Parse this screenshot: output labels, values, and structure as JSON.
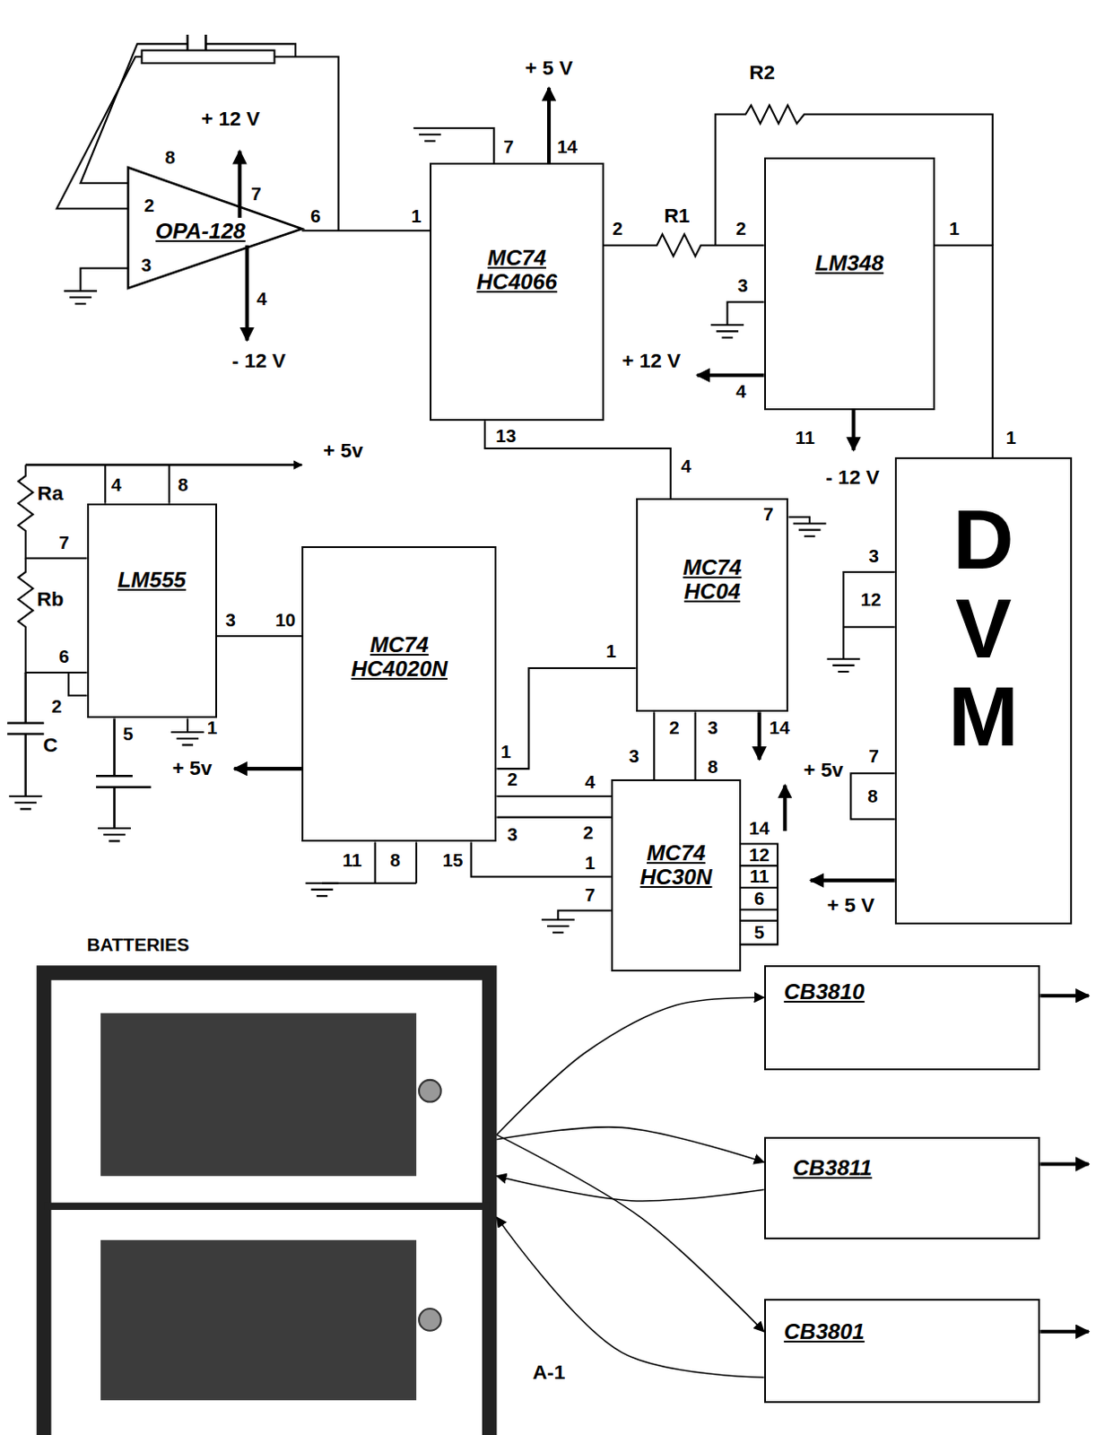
{
  "diagram": {
    "nodes": [
      {
        "text": [
          "OPA-128"
        ]
      },
      {
        "text": [
          "MC74 HC4066"
        ]
      },
      {
        "text": [
          "LM348"
        ]
      },
      {
        "text": [
          "LM555"
        ]
      },
      {
        "text": [
          "MC74 HC4020N"
        ]
      },
      {
        "text": [
          "MC74 HC04"
        ]
      },
      {
        "text": [
          "D V M"
        ]
      },
      {
        "text": [
          "MC74 HC30N"
        ]
      },
      {
        "text": [
          "BATTERIES"
        ]
      },
      {
        "text": [
          "CB3810"
        ]
      },
      {
        "text": [
          "CB3811"
        ]
      },
      {
        "text": [
          "CB3801"
        ]
      }
    ],
    "edges": [
      {
        "from": 0,
        "to": 1,
        "arrow": "none"
      },
      {
        "from": 1,
        "to": 2,
        "arrow": "none"
      },
      {
        "from": 2,
        "to": 6,
        "arrow": "none"
      },
      {
        "from": 1,
        "to": 5,
        "arrow": "none"
      },
      {
        "from": 3,
        "to": 4,
        "arrow": "none"
      },
      {
        "from": 4,
        "to": 5,
        "arrow": "none"
      },
      {
        "from": 4,
        "to": 7,
        "arrow": "none"
      },
      {
        "from": 4,
        "to": 7,
        "arrow": "none"
      },
      {
        "from": 4,
        "to": 7,
        "arrow": "none"
      },
      {
        "from": 5,
        "to": 7,
        "arrow": "none"
      },
      {
        "from": 5,
        "to": 7,
        "arrow": "none"
      },
      {
        "from": 8,
        "to": 9,
        "arrow": "to"
      },
      {
        "from": 8,
        "to": 10,
        "arrow": "to"
      },
      {
        "from": 10,
        "to": 8,
        "arrow": "to"
      },
      {
        "from": 8,
        "to": 11,
        "arrow": "to"
      },
      {
        "from": 11,
        "to": 8,
        "arrow": "to"
      }
    ],
    "labels": [
      "8",
      "+ 12 V",
      "2",
      "7",
      "6",
      "3",
      "4",
      "- 12 V",
      "+ 5 V",
      "7",
      "14",
      "1",
      "2",
      "13",
      "R2",
      "R1",
      "2",
      "1",
      "3",
      "+ 12 V",
      "4",
      "11",
      "- 12 V",
      "1",
      "4",
      "8",
      "+ 5v",
      "Ra",
      "7",
      "Rb",
      "3",
      "6",
      "2",
      "C",
      "5",
      "1",
      "+ 5v",
      "10",
      "1",
      "2",
      "3",
      "11",
      "8",
      "15",
      "4",
      "7",
      "1",
      "2",
      "3",
      "14",
      "+ 5v",
      "3",
      "8",
      "4",
      "2",
      "1",
      "7",
      "14",
      "12",
      "11",
      "6",
      "5",
      "3",
      "12",
      "7",
      "8",
      "+ 5 V",
      "A-1"
    ]
  }
}
